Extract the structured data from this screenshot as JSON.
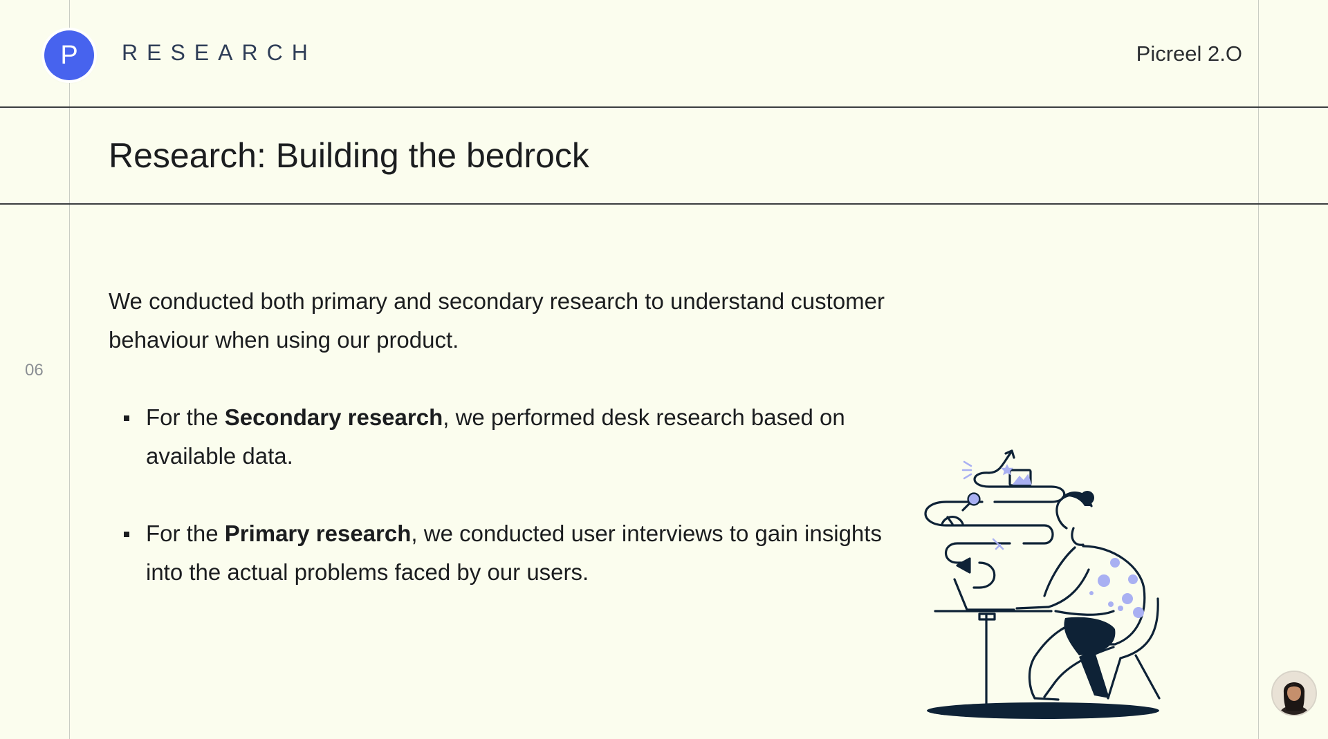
{
  "header": {
    "logo_letter": "P",
    "section_label": "RESEARCH",
    "brand": "Picreel 2.O"
  },
  "title": "Research: Building the bedrock",
  "page_number": "06",
  "intro": "We conducted both primary and secondary research to understand customer behaviour when using our product.",
  "bullets": [
    {
      "prefix": "For the ",
      "bold": "Secondary research",
      "suffix": ", we performed desk research based on available data."
    },
    {
      "prefix": "For the ",
      "bold": "Primary research",
      "suffix": ", we conducted user interviews to gain insights into the actual problems faced by our users."
    }
  ],
  "colors": {
    "background": "#FBFDEE",
    "accent": "#4763EE",
    "illustration_dark": "#0E2236",
    "illustration_accent": "#A9B0F2"
  },
  "icons": {
    "illustration": "person-at-laptop-illustration",
    "avatar": "user-avatar"
  }
}
